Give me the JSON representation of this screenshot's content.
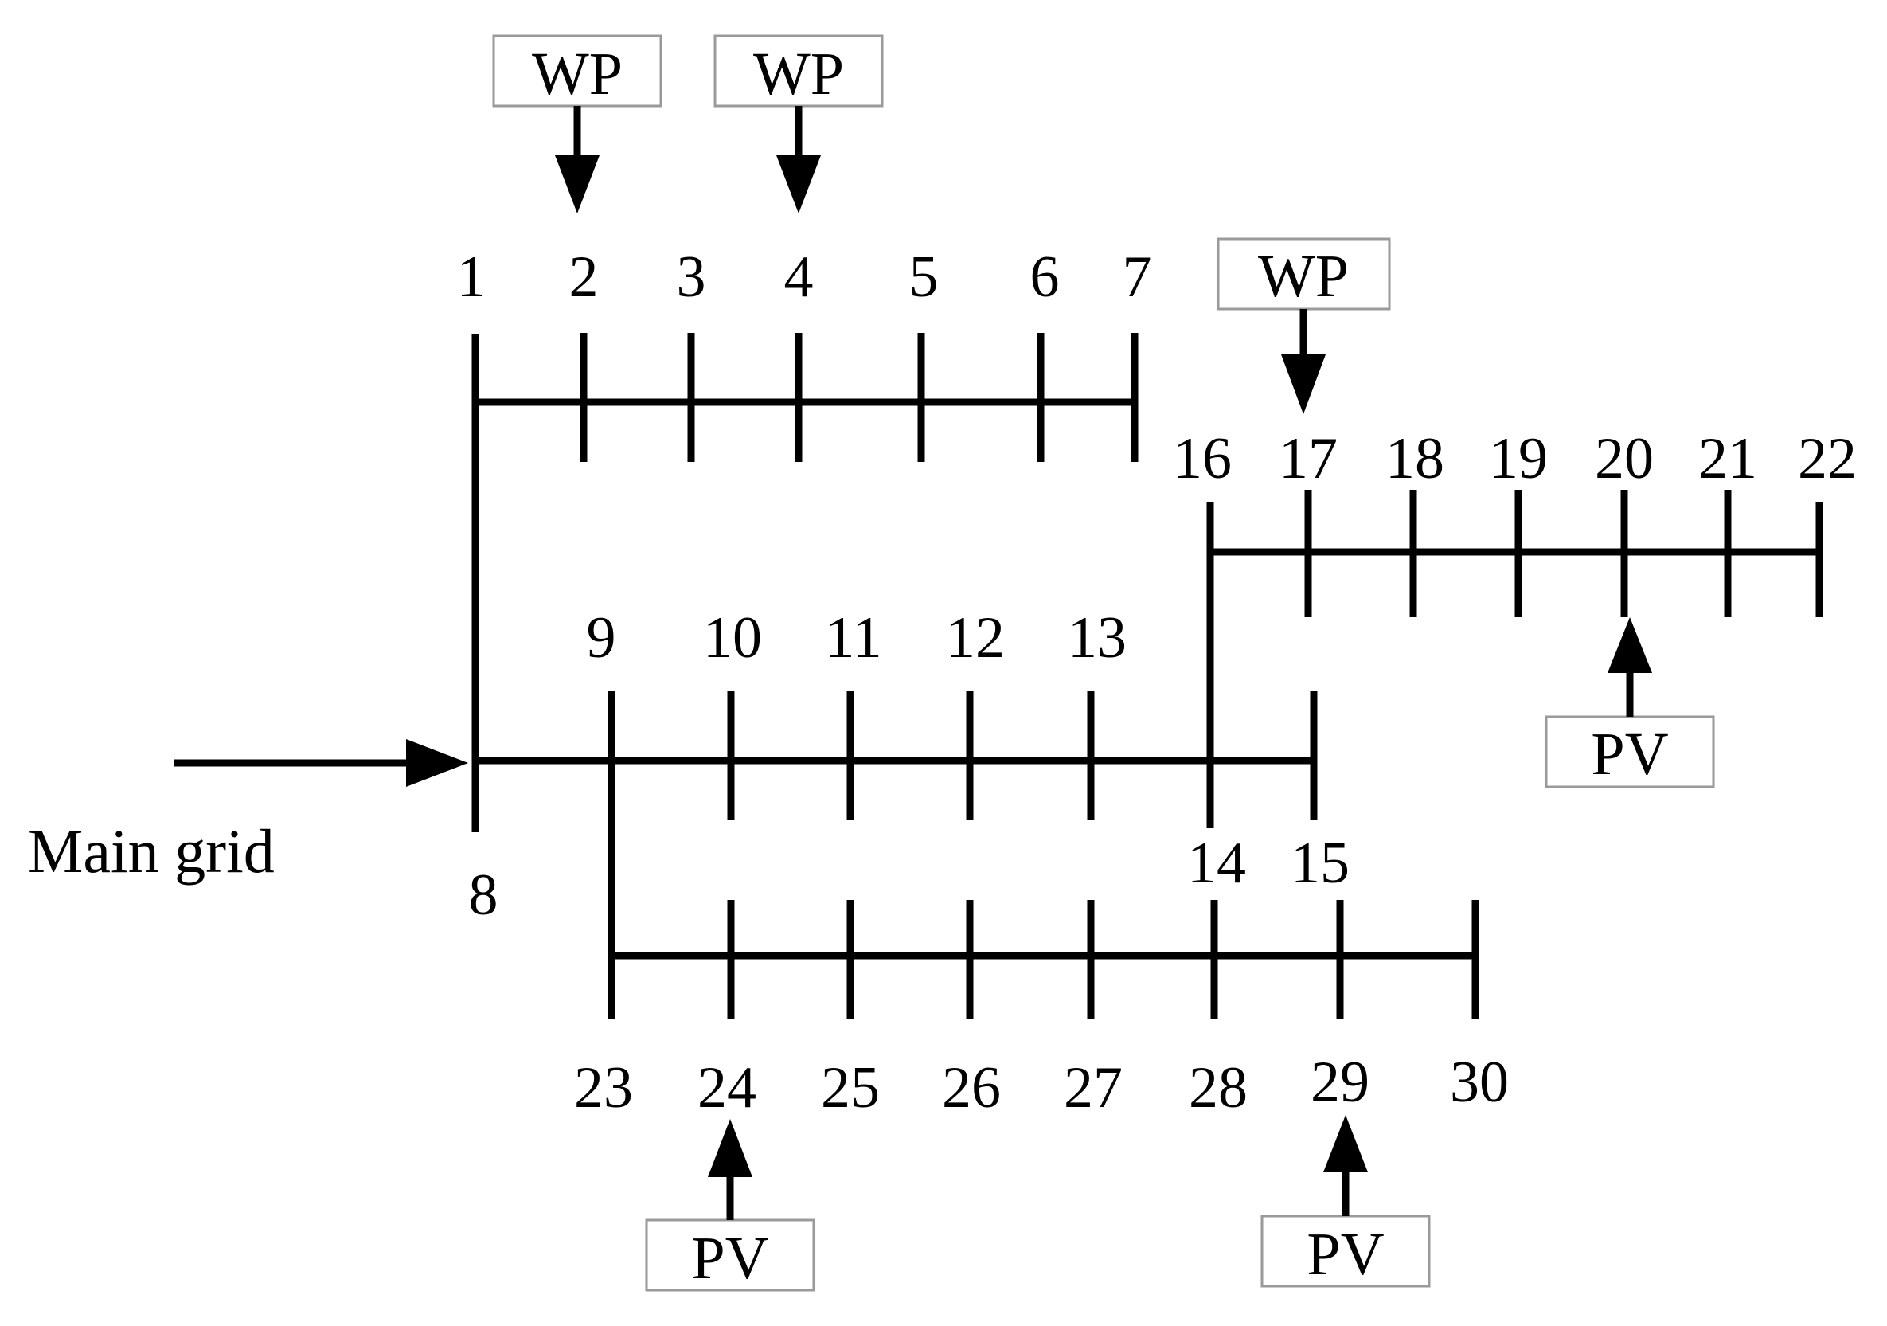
{
  "main_grid_label": "Main grid",
  "nodes": [
    "1",
    "2",
    "3",
    "4",
    "5",
    "6",
    "7",
    "8",
    "9",
    "10",
    "11",
    "12",
    "13",
    "14",
    "15",
    "16",
    "17",
    "18",
    "19",
    "20",
    "21",
    "22",
    "23",
    "24",
    "25",
    "26",
    "27",
    "28",
    "29",
    "30"
  ],
  "sources": [
    {
      "node": "2",
      "label": "WP"
    },
    {
      "node": "4",
      "label": "WP"
    },
    {
      "node": "17",
      "label": "WP"
    },
    {
      "node": "20",
      "label": "PV"
    },
    {
      "node": "24",
      "label": "PV"
    },
    {
      "node": "29",
      "label": "PV"
    }
  ],
  "colors": {
    "line": "#000000",
    "box_border": "#9a9a9a",
    "background": "#ffffff"
  }
}
